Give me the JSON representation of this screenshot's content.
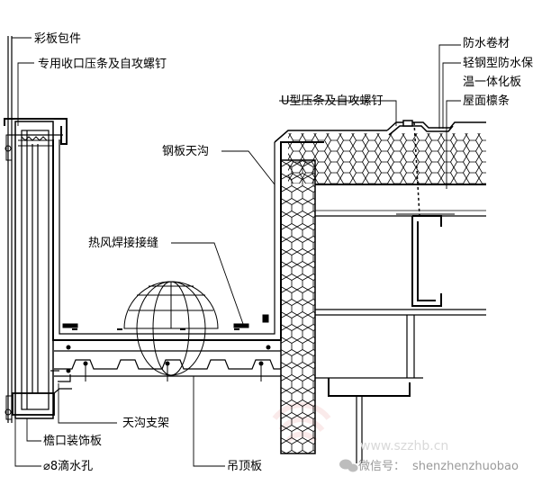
{
  "labels": {
    "caiban_baojian": "彩板包件",
    "zhuanyong_shoukou": "专用收口压条及自攻螺钉",
    "u_yatiao": "U型压条及自攻螺钉",
    "fangshui_juancai": "防水卷材",
    "qinggang_line1": "轻钢型防水保",
    "qinggang_line2": "温一体化板",
    "wumian_linjiao": "屋面檩条",
    "gangban_tiangou": "钢板天沟",
    "refeng_hanjie": "热风焊接接缝",
    "tiangou_zhijia": "天沟支架",
    "yankou_zhuangshi": "檐口装饰板",
    "dishui_kong": "⌀8滴水孔",
    "diaoding_ban": "吊顶板"
  },
  "watermark": {
    "wechat": "微信号：",
    "account": "shenzhenzhuobao",
    "site": "www.szzhb.cn"
  },
  "colors": {
    "line": "#000000",
    "watermark": "#d9d9d9",
    "watermark_logo": "#f2c4c4"
  }
}
